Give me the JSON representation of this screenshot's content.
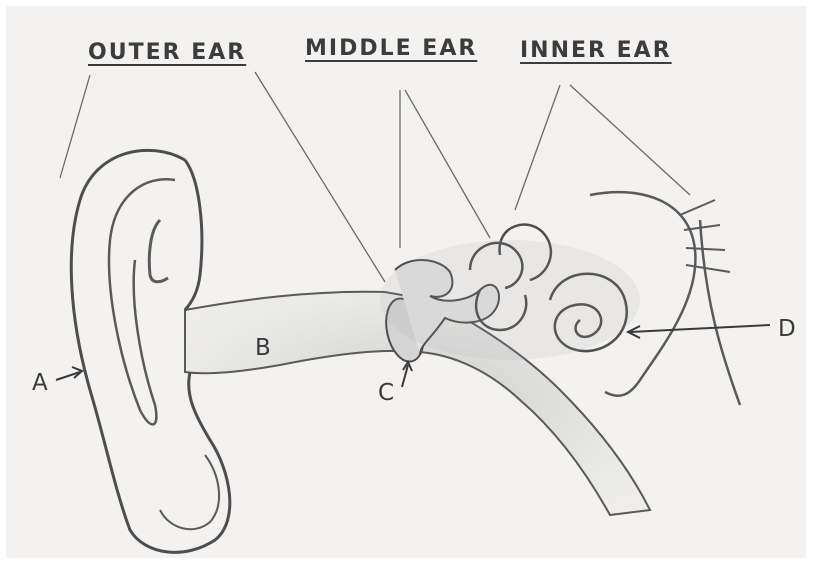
{
  "headings": {
    "outer": "OUTER EAR",
    "middle": "MIDDLE EAR",
    "inner": "INNER EAR"
  },
  "labels": {
    "a": "A",
    "b": "B",
    "c": "C",
    "d": "D"
  },
  "colors": {
    "paper": "#f3f2f0",
    "pencil": "#5a5a5a",
    "shade": "#c9c9c9"
  }
}
